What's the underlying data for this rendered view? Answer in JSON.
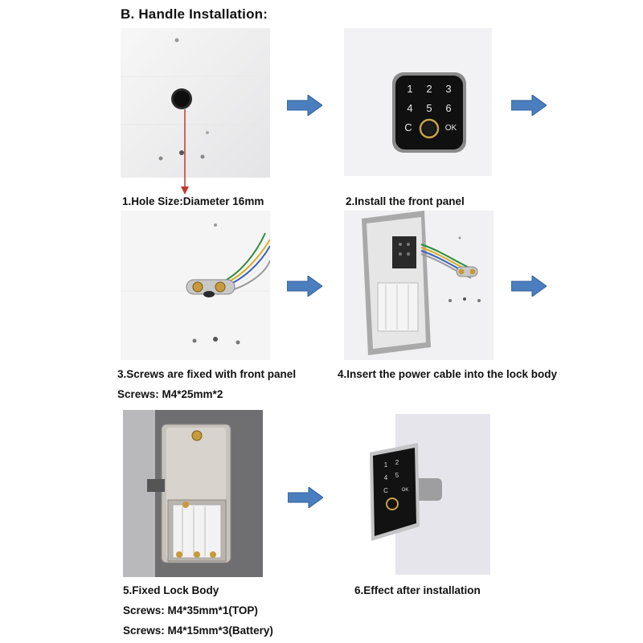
{
  "heading": "B.  Handle Installation:",
  "steps": [
    {
      "caption": "1.Hole Size:Diameter 16mm"
    },
    {
      "caption": "2.Install the front panel"
    },
    {
      "caption": "3.Screws are fixed with front panel",
      "sub": "Screws: M4*25mm*2"
    },
    {
      "caption": "4.Insert the power cable into the lock body"
    },
    {
      "caption": "5.Fixed Lock Body",
      "sub": "Screws: M4*35mm*1(TOP)",
      "sub2": "Screws: M4*15mm*3(Battery)"
    },
    {
      "caption": "6.Effect after installation"
    }
  ],
  "keypad": {
    "keys": [
      "1",
      "2",
      "3",
      "4",
      "5",
      "6",
      "C",
      "OK"
    ]
  },
  "colors": {
    "arrow": "#4a7ebf",
    "pointer": "#c0392b",
    "wall": "#f3f3f5"
  }
}
